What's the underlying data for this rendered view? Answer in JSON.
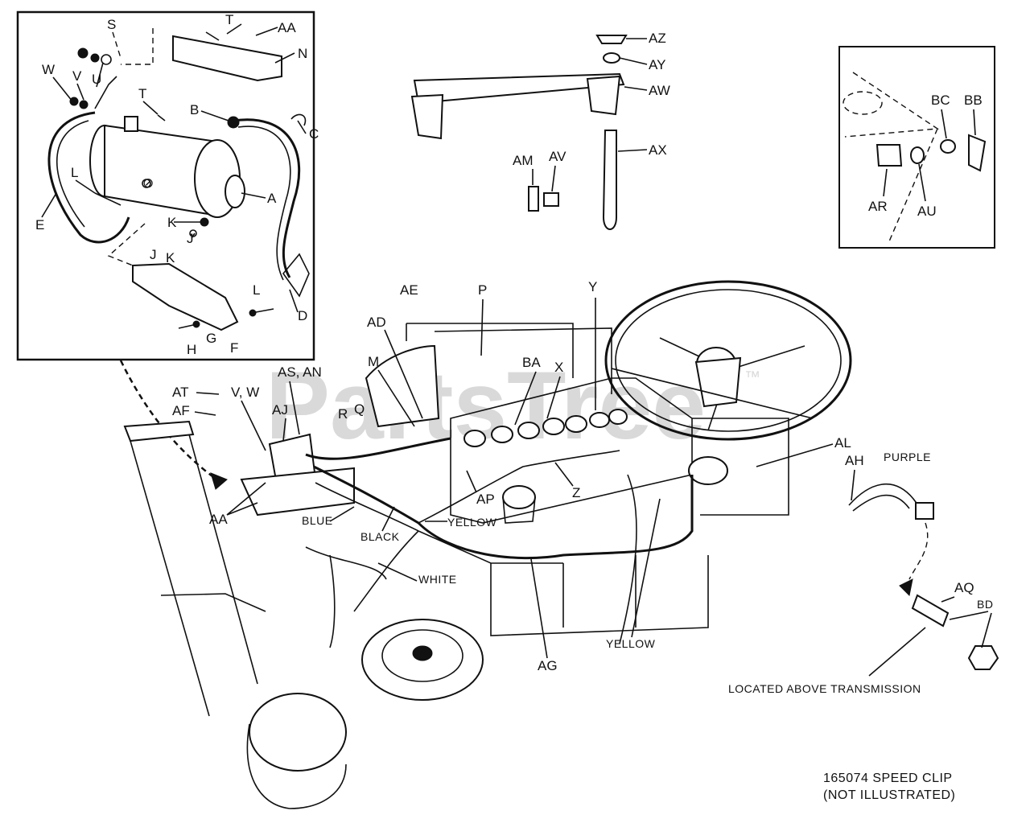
{
  "watermark": {
    "text": "PartsTree",
    "tm": "™"
  },
  "starter_inset": {
    "labels": {
      "S": "S",
      "T_top": "T",
      "AA": "AA",
      "N": "N",
      "W": "W",
      "V": "V",
      "U": "U",
      "T_mid": "T",
      "B": "B",
      "C": "C",
      "Q_mark": "⊘",
      "E": "E",
      "L_left": "L",
      "A": "A",
      "K_mid": "K",
      "J_mid": "J",
      "J_low": "J",
      "K_low": "K",
      "L_low": "L",
      "D": "D",
      "H": "H",
      "G": "G",
      "F": "F"
    }
  },
  "bracket_group": {
    "labels": {
      "AZ": "AZ",
      "AY": "AY",
      "AW": "AW",
      "AX": "AX",
      "AM": "AM",
      "AV": "AV"
    }
  },
  "key_switch_inset": {
    "labels": {
      "BC": "BC",
      "BB": "BB",
      "AR": "AR",
      "AU": "AU"
    }
  },
  "main": {
    "labels": {
      "AE": "AE",
      "P": "P",
      "Y": "Y",
      "AD": "AD",
      "M": "M",
      "BA": "BA",
      "X": "X",
      "AT": "AT",
      "VW": "V, W",
      "ASAN": "AS, AN",
      "AF": "AF",
      "AJ": "AJ",
      "R": "R",
      "Q": "Q",
      "AL": "AL",
      "AH": "AH",
      "AA": "AA",
      "AP": "AP",
      "Z": "Z",
      "AQ": "AQ",
      "BD": "BD",
      "AG": "AG"
    },
    "wire_colors": {
      "purple": "PURPLE",
      "blue": "BLUE",
      "black": "BLACK",
      "yellow_top": "YELLOW",
      "white": "WHITE",
      "yellow_bottom": "YELLOW"
    },
    "notes": {
      "located": "LOCATED ABOVE TRANSMISSION",
      "speed_clip_1": "165074  SPEED CLIP",
      "speed_clip_2": "(NOT ILLUSTRATED)"
    }
  }
}
